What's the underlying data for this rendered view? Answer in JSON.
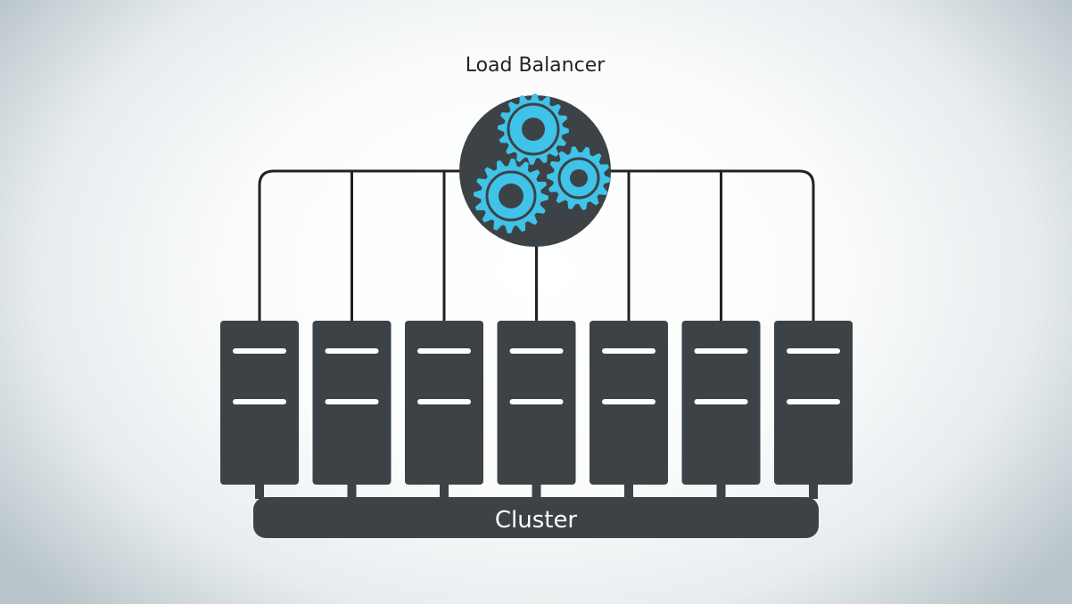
{
  "diagram": {
    "title": "Load Balancer",
    "cluster_label": "Cluster",
    "server_count": 7,
    "gear_count": 3,
    "colors": {
      "dark": "#3d4246",
      "accent": "#3fc3e8",
      "line": "#222222",
      "slot": "#ffffff"
    },
    "icons": {
      "balancer": "gears-icon",
      "server": "server-icon"
    }
  }
}
